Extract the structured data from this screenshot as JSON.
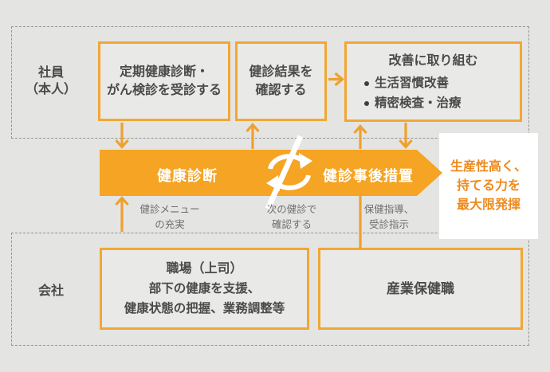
{
  "employee_section": {
    "actor_lines": [
      "社員",
      "（本人）"
    ],
    "box1_lines": [
      "定期健康診断・",
      "がん検診を受診する"
    ],
    "box2_lines": [
      "健診結果を",
      "確認する"
    ],
    "box3": {
      "title": "改善に取り組む",
      "bullets": [
        "生活習慣改善",
        "精密検査・治療"
      ]
    }
  },
  "process_banner": {
    "step1": "健康診断",
    "step2": "健診事後措置",
    "icon": "sync-cycle-icon"
  },
  "support_notes": {
    "note1_lines": [
      "健診メニュー",
      "の充実"
    ],
    "note2_lines": [
      "次の健診で",
      "確認する"
    ],
    "note3_lines": [
      "保健指導、",
      "受診指示"
    ]
  },
  "outcome_box": {
    "lines": [
      "生産性高く、",
      "持てる力を",
      "最大限発揮"
    ]
  },
  "company_section": {
    "actor_label": "会社",
    "box1": {
      "title": "職場（上司）",
      "lines": [
        "部下の健康を支援、",
        "健康状態の把握、業務調整等"
      ]
    },
    "box2": {
      "title": "産業保健職"
    }
  },
  "colors": {
    "accent_orange": "#F5A424",
    "border_orange": "#F2A733",
    "outcome_text_orange": "#EE8A1C",
    "body_text": "#4A4A4A",
    "note_text": "#6E6E6E",
    "background": "#E4E4E2"
  }
}
